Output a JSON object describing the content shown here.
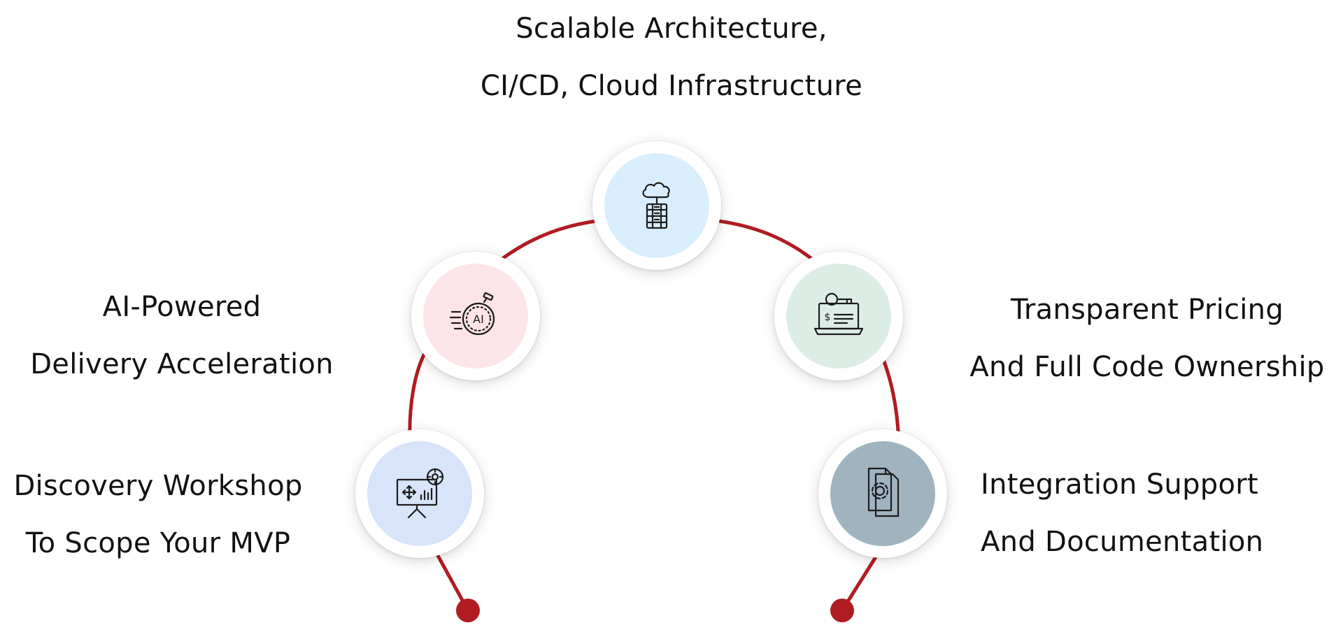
{
  "colors": {
    "arc": "#b01c22",
    "icon_stroke": "#1c1c1c",
    "bg_cloud": "#d8eefc",
    "bg_ai": "#fde4e8",
    "bg_pricing": "#dcede6",
    "bg_discovery": "#d7e4fa",
    "bg_integration": "#9fb4bf"
  },
  "items": {
    "top": {
      "lines": [
        "Scalable Architecture,",
        "CI/CD, Cloud Infrastructure"
      ],
      "icon": "cloud-server-icon"
    },
    "left_mid": {
      "lines": [
        "AI-Powered",
        "Delivery Acceleration"
      ],
      "icon": "ai-stopwatch-icon"
    },
    "right_mid": {
      "lines": [
        "Transparent Pricing",
        "And Full Code Ownership"
      ],
      "icon": "laptop-pricing-key-icon"
    },
    "left_low": {
      "lines": [
        "Discovery Workshop",
        "To Scope Your MVP"
      ],
      "icon": "presentation-board-icon"
    },
    "right_low": {
      "lines": [
        "Integration Support",
        "And Documentation"
      ],
      "icon": "gear-document-icon"
    }
  },
  "ai_badge": "AI"
}
